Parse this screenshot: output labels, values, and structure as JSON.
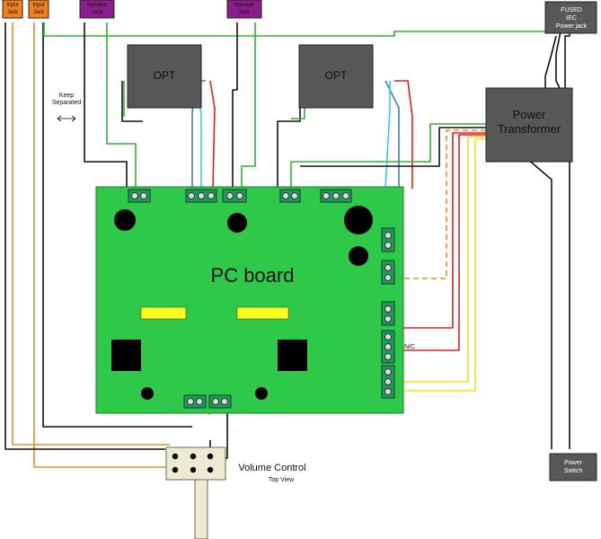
{
  "labels": {
    "pc_board": "PC board",
    "transformer_line1": "Power",
    "transformer_line2": "Transformer",
    "opt_left": "OPT",
    "opt_right": "OPT",
    "fused_iec_line1": "FUSED",
    "fused_iec_line2": "IEC",
    "fused_iec_line3": "Power jack",
    "power_switch_line1": "Power",
    "power_switch_line2": "Switch",
    "volume_line1": "Volume Control",
    "volume_line2": "Top View",
    "keep_separated_line1": "Keep",
    "keep_separated_line2": "Separated",
    "input_jack_1_line1": "Input",
    "input_jack_1_line2": "Jack",
    "input_jack_2_line1": "Input",
    "input_jack_2_line2": "Jack",
    "speaker_jack_1_line1": "Speaker",
    "speaker_jack_1_line2": "Jack",
    "speaker_jack_2_line1": "Speaker",
    "speaker_jack_2_line2": "Jack",
    "nc_label": "N/C"
  },
  "colors": {
    "board": "#2fc94a",
    "block": "#585858",
    "terminal": "#1f9a5a",
    "input_jack": "#f07f1e",
    "speaker_jack": "#8a1e8a",
    "wire_orange": "#f28c28",
    "wire_black": "#111111",
    "wire_green": "#2fb52f",
    "wire_red": "#e02020",
    "wire_blue": "#3a7fd0",
    "wire_cyan": "#33d0e0",
    "wire_yellow": "#f0e020",
    "chip_yellow": "#ffff20",
    "potentiometer": "#ecebd0"
  }
}
